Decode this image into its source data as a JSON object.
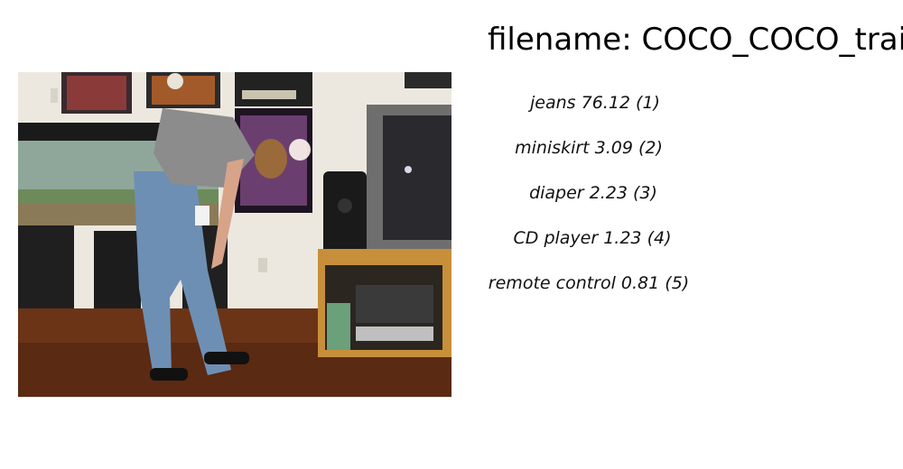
{
  "filename_line": "filename: COCO_COCO_train",
  "predictions": [
    {
      "label": "jeans 76.12 (1)"
    },
    {
      "label": "miniskirt  3.09 (2)"
    },
    {
      "label": "diaper  2.23 (3)"
    },
    {
      "label": "CD player  1.23 (4)"
    },
    {
      "label": "remote control  0.81 (5)"
    }
  ]
}
